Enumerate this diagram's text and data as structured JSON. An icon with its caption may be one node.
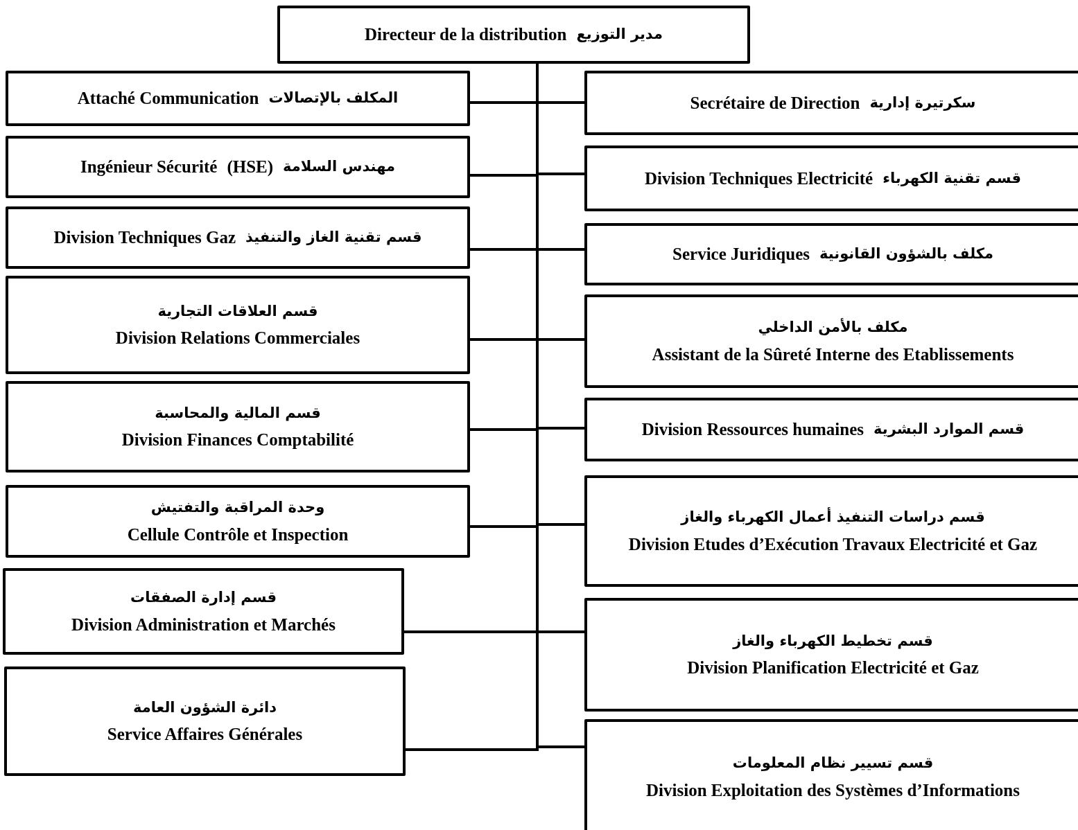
{
  "diagram": {
    "nodes": [
      {
        "text": [
          "مدير التوزيع",
          "Directeur de la distribution"
        ]
      },
      {
        "text": [
          "المكلف بالإتصالات",
          "Attaché Communication"
        ]
      },
      {
        "text": [
          "مهندس السلامة",
          "(HSE)",
          "Ingénieur Sécurité"
        ]
      },
      {
        "text": [
          "قسم تقنية الغاز والتنفيذ",
          "Division Techniques Gaz"
        ]
      },
      {
        "text": [
          "قسم العلاقات التجارية",
          "Division Relations Commerciales"
        ]
      },
      {
        "text": [
          "قسم المالية والمحاسبة",
          "Division Finances Comptabilité"
        ]
      },
      {
        "text": [
          "وحدة المراقبة والتفتيش",
          "Cellule Contrôle et Inspection"
        ]
      },
      {
        "text": [
          "قسم إدارة الصفقات",
          "Division Administration et Marchés"
        ]
      },
      {
        "text": [
          "دائرة الشؤون العامة",
          "Service Affaires Générales"
        ]
      },
      {
        "text": [
          "سكرتيرة إدارية",
          "Secrétaire de Direction"
        ]
      },
      {
        "text": [
          "قسم تقنية الكهرباء",
          "Division Techniques Electricité"
        ]
      },
      {
        "text": [
          "مكلف بالشؤون القانونية",
          "Service Juridiques"
        ]
      },
      {
        "text": [
          "مكلف بالأمن الداخلي",
          "Assistant de la Sûreté Interne des Etablissements"
        ]
      },
      {
        "text": [
          "قسم الموارد البشرية",
          "Division Ressources humaines"
        ]
      },
      {
        "text": [
          "قسم دراسات التنفيذ أعمال الكهرباء والغاز",
          "Division Etudes d’Exécution Travaux Electricité et Gaz"
        ]
      },
      {
        "text": [
          "قسم تخطيط الكهرباء والغاز",
          "Division Planification Electricité et Gaz"
        ]
      },
      {
        "text": [
          "قسم تسيير نظام المعلومات",
          "Division Exploitation des Systèmes d’Informations"
        ]
      }
    ],
    "edges": [
      {
        "from": 0,
        "to": 1,
        "arrow": "none"
      },
      {
        "from": 0,
        "to": 2,
        "arrow": "none"
      },
      {
        "from": 0,
        "to": 3,
        "arrow": "none"
      },
      {
        "from": 0,
        "to": 4,
        "arrow": "none"
      },
      {
        "from": 0,
        "to": 5,
        "arrow": "none"
      },
      {
        "from": 0,
        "to": 6,
        "arrow": "none"
      },
      {
        "from": 0,
        "to": 7,
        "arrow": "none"
      },
      {
        "from": 0,
        "to": 8,
        "arrow": "none"
      },
      {
        "from": 0,
        "to": 9,
        "arrow": "none"
      },
      {
        "from": 0,
        "to": 10,
        "arrow": "none"
      },
      {
        "from": 0,
        "to": 11,
        "arrow": "none"
      },
      {
        "from": 0,
        "to": 12,
        "arrow": "none"
      },
      {
        "from": 0,
        "to": 13,
        "arrow": "none"
      },
      {
        "from": 0,
        "to": 14,
        "arrow": "none"
      },
      {
        "from": 0,
        "to": 15,
        "arrow": "none"
      },
      {
        "from": 0,
        "to": 16,
        "arrow": "none"
      }
    ]
  }
}
